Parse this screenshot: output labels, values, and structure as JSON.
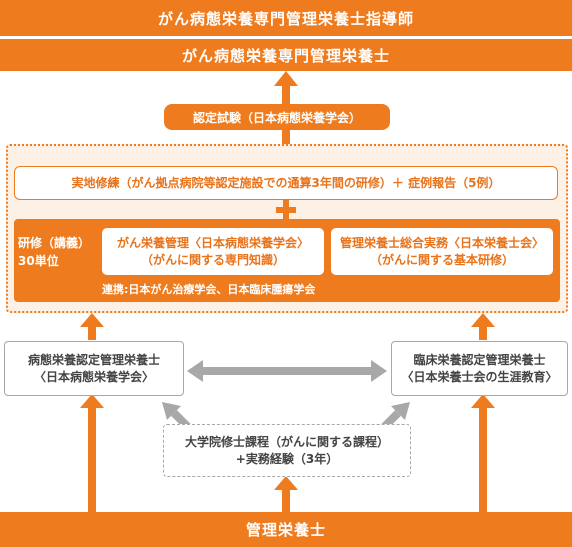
{
  "top_title": "がん病態栄養専門管理栄養士指導師",
  "specialist_title": "がん病態栄養専門管理栄養士",
  "exam": "認定試験（日本病態栄養学会）",
  "practical_training": "実地修練（がん拠点病院等認定施設での通算3年間の研修）＋ 症例報告（5例）",
  "plus_symbol": "+",
  "lecture": {
    "label_line1": "研修（講義）",
    "label_line2": "30単位",
    "course1_line1": "がん栄養管理〈日本病態栄養学会〉",
    "course1_line2": "（がんに関する専門知識）",
    "course2_line1": "管理栄養士総合実務〈日本栄養士会〉",
    "course2_line2": "（がんに関する基本研修）",
    "cooperation": "連携:日本がん治療学会、日本臨床腫瘍学会"
  },
  "left_cert": {
    "line1": "病態栄養認定管理栄養士",
    "line2": "〈日本病態栄養学会〉"
  },
  "right_cert": {
    "line1": "臨床栄養認定管理栄養士",
    "line2": "〈日本栄養士会の生涯教育〉"
  },
  "graduate": {
    "line1": "大学院修士課程（がんに関する課程）",
    "line2": "+実務経験（3年）"
  },
  "base_title": "管理栄養士",
  "colors": {
    "orange": "#ee7b1e",
    "light_orange_bg": "#fdf0e4",
    "grey_arrow": "#a8a8a8"
  }
}
